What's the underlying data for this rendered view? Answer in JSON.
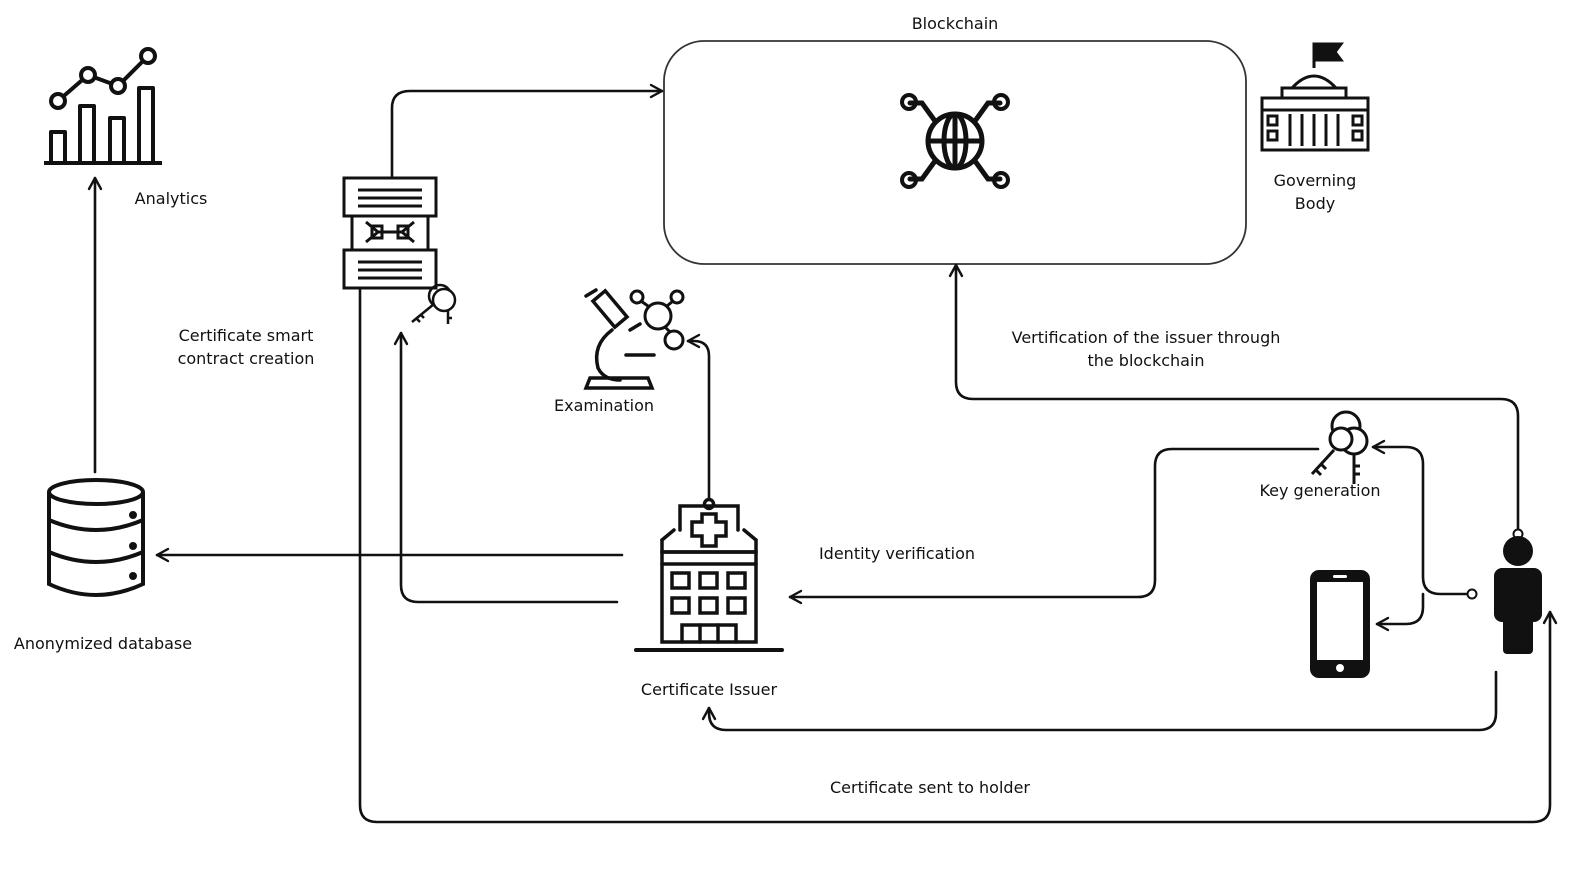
{
  "labels": {
    "blockchain": "Blockchain",
    "analytics": "Analytics",
    "governing_body": [
      "Governing",
      "Body"
    ],
    "smart_contract": [
      "Certificate smart",
      "contract creation"
    ],
    "examination": "Examination",
    "verification_issuer": [
      "Vertification of the issuer through",
      "the blockchain"
    ],
    "key_generation": "Key generation",
    "identity_verification": "Identity verification",
    "anonymized_database": "Anonymized database",
    "certificate_issuer": "Certificate Issuer",
    "certificate_sent": "Certificate sent to holder"
  },
  "icons": [
    "globe-network-icon",
    "bar-line-chart-icon",
    "government-building-icon",
    "smart-contract-icon",
    "keys-icon",
    "microscope-icon",
    "molecule-icon",
    "database-icon",
    "hospital-icon",
    "smartphone-icon",
    "person-icon"
  ]
}
